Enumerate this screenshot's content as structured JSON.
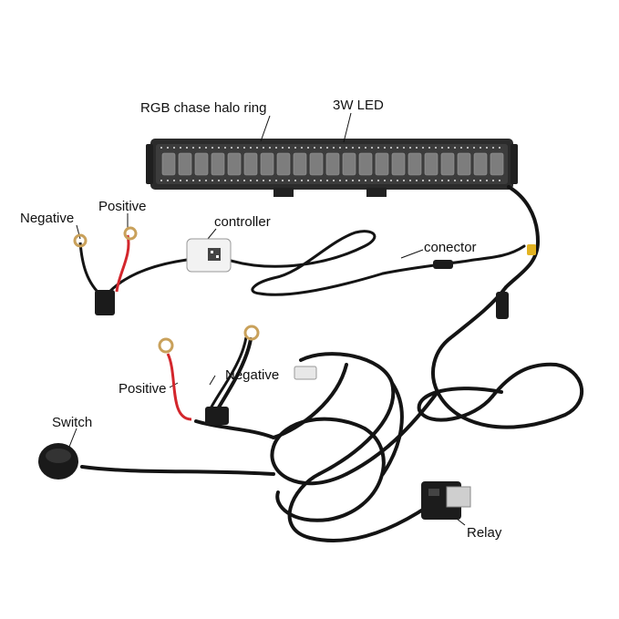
{
  "labels": {
    "rgb_halo": "RGB chase halo ring",
    "led_3w": "3W LED",
    "negative_top": "Negative",
    "positive_top": "Positive",
    "controller": "controller",
    "connector": "conector",
    "positive_bottom": "Positive",
    "negative_bottom": "Negative",
    "switch": "Switch",
    "relay": "Relay"
  },
  "colors": {
    "background": "#ffffff",
    "wire_black": "#141414",
    "wire_red": "#d3262c",
    "terminal_gold": "#c9a15b",
    "bar_body": "#2a2a2a",
    "plug_yellow": "#e3b321"
  }
}
